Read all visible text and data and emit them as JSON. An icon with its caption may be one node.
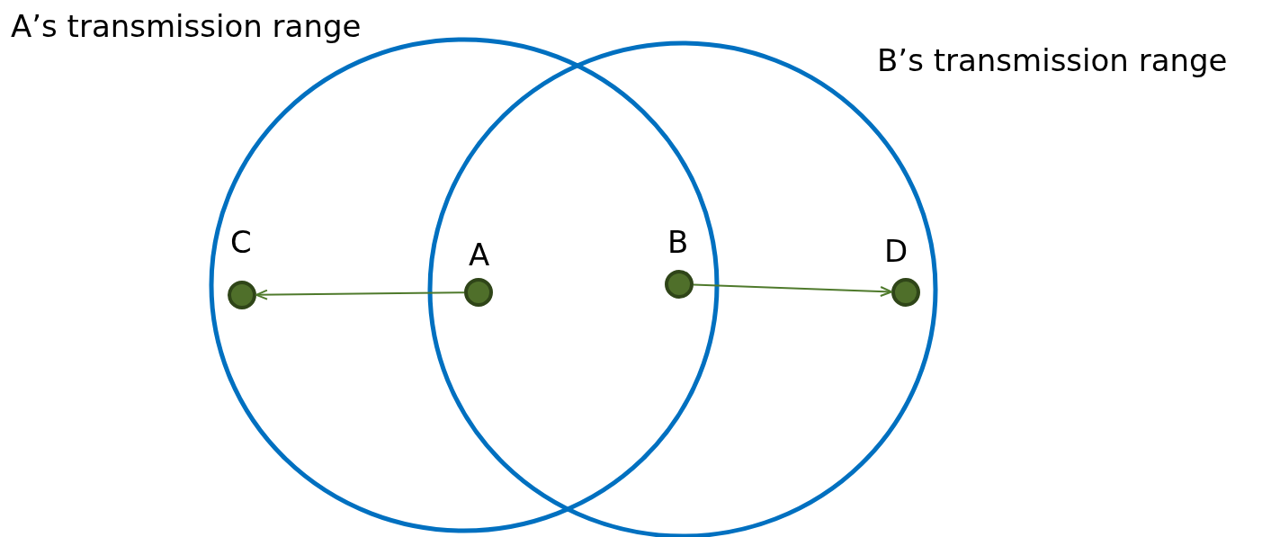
{
  "diagram": {
    "nodes": [
      {
        "text": [
          "A’s transmission range"
        ]
      },
      {
        "text": [
          "B’s transmission range"
        ]
      },
      {
        "text": [
          "C"
        ],
        "in": 0
      },
      {
        "text": [
          "A"
        ]
      },
      {
        "text": [
          "B"
        ]
      },
      {
        "text": [
          "D"
        ],
        "in": 1
      }
    ],
    "edges": [
      {
        "from": 3,
        "to": 2,
        "arrow": "to"
      },
      {
        "from": 4,
        "to": 5,
        "arrow": "to"
      }
    ]
  }
}
